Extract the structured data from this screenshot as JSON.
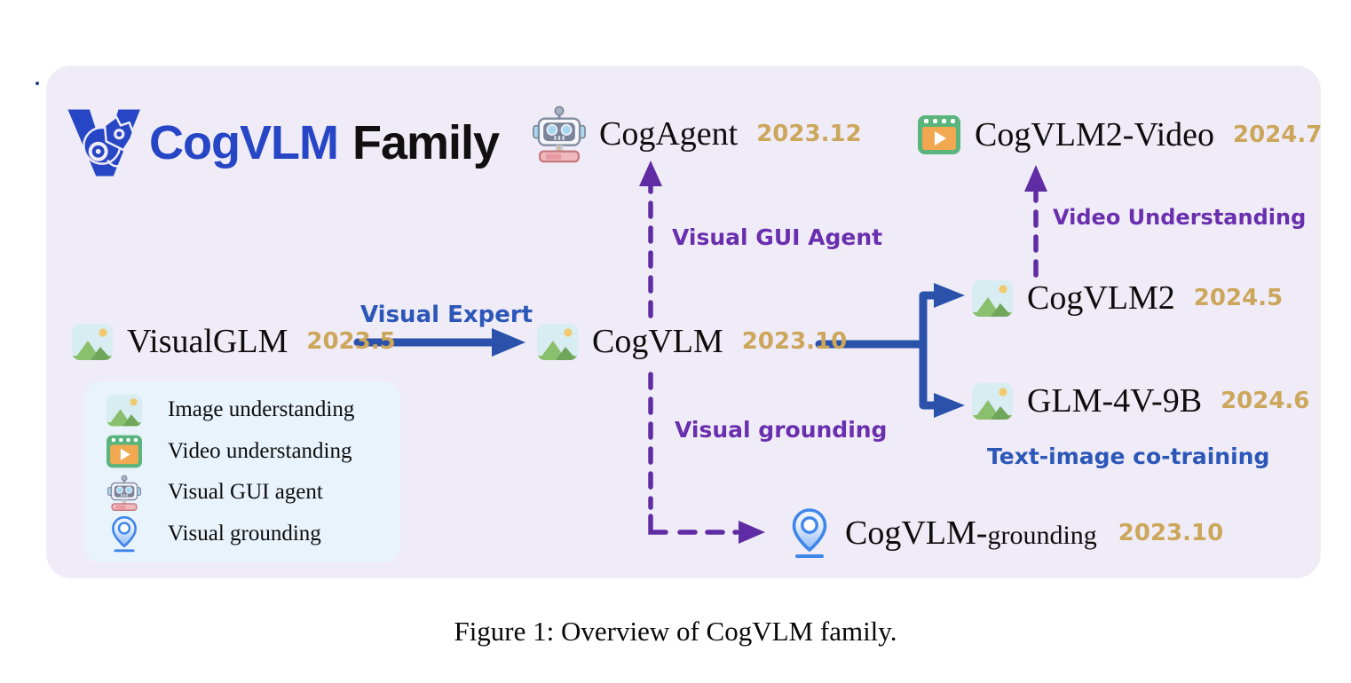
{
  "figure": {
    "caption": "Figure 1: Overview of CogVLM family."
  },
  "header": {
    "brand": "CogVLM",
    "brand_suffix": "Family",
    "logo_icon": "chameleon-logo-icon"
  },
  "nodes": {
    "visualglm": {
      "label": "VisualGLM",
      "date": "2023.5",
      "icon": "image-icon"
    },
    "cogvlm": {
      "label": "CogVLM",
      "date": "2023.10",
      "icon": "image-icon"
    },
    "cogagent": {
      "label": "CogAgent",
      "date": "2023.12",
      "icon": "robot-icon"
    },
    "cogvlm2": {
      "label": "CogVLM2",
      "date": "2024.5",
      "icon": "image-icon"
    },
    "glm_4v_9b": {
      "label": "GLM-4V-9B",
      "date": "2024.6",
      "icon": "image-icon"
    },
    "cogvlm2_video": {
      "label": "CogVLM2-Video",
      "date": "2024.7",
      "icon": "video-icon"
    },
    "cogvlm_grounding": {
      "label": "CogVLM-",
      "label_suffix": "grounding",
      "date": "2023.10",
      "icon": "pin-icon"
    }
  },
  "edges": {
    "visual_expert": {
      "label": "Visual Expert",
      "style": "solid",
      "color": "#2a52ab"
    },
    "visual_gui_agent": {
      "label": "Visual GUI Agent",
      "style": "dashed",
      "color": "#602ca3"
    },
    "video_understanding": {
      "label": "Video Understanding",
      "style": "dashed",
      "color": "#602ca3"
    },
    "visual_grounding": {
      "label": "Visual grounding",
      "style": "dashed",
      "color": "#602ca3"
    },
    "fork_cotraining": {
      "label": "Text-image co-training",
      "style": "solid",
      "color": "#2a52ab"
    }
  },
  "legend": {
    "items": [
      {
        "icon": "image-icon",
        "label": "Image understanding"
      },
      {
        "icon": "video-icon",
        "label": "Video understanding"
      },
      {
        "icon": "robot-icon",
        "label": "Visual GUI agent"
      },
      {
        "icon": "pin-icon",
        "label": "Visual grounding"
      }
    ]
  },
  "colors": {
    "panel_bg": "#efecf7",
    "legend_bg": "#e9f3fb",
    "brand_blue": "#2746c6",
    "arrow_blue": "#2a52ab",
    "label_blue": "#2c57b8",
    "arrow_purple": "#602ca3",
    "label_purple": "#6a2fae",
    "date_gold": "#cca75b",
    "text": "#0d0d0d"
  }
}
